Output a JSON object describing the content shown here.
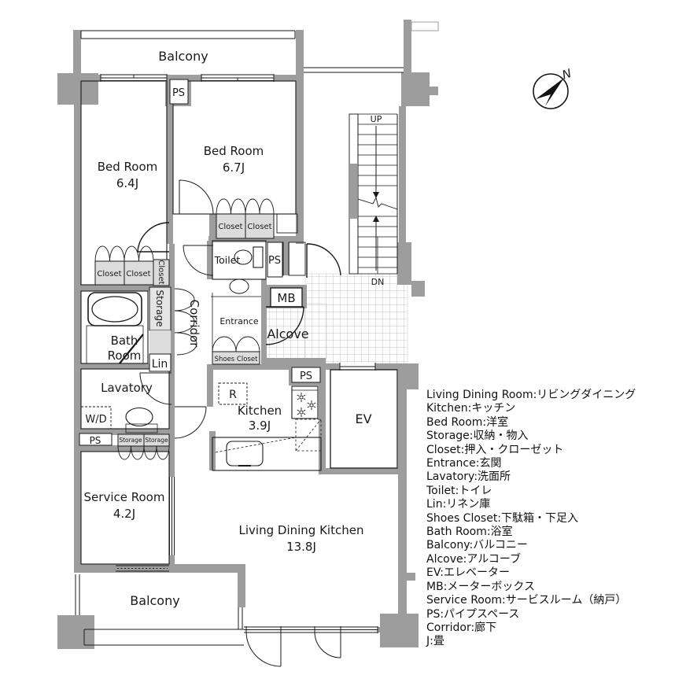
{
  "plan": {
    "compass_label": "N",
    "stairs": {
      "up": "UP",
      "dn": "DN"
    },
    "colors": {
      "wall": "#9d9d9d",
      "closet_fill": "#dcdcdc",
      "line": "#1a1a1a",
      "tile_line": "#c6c6c6"
    },
    "rooms": {
      "balcony_top": "Balcony",
      "balcony_bottom": "Balcony",
      "bedroom_64": {
        "name": "Bed Room",
        "size": "6.4J"
      },
      "bedroom_67": {
        "name": "Bed Room",
        "size": "6.7J"
      },
      "kitchen": {
        "name": "Kitchen",
        "size": "3.9J"
      },
      "ldk": {
        "name": "Living Dining Kitchen",
        "size": "13.8J"
      },
      "service_room": {
        "name": "Service Room",
        "size": "4.2J"
      },
      "bath_room_line1": "Bath",
      "bath_room_line2": "Room",
      "lavatory": "Lavatory",
      "toilet": "Toilet",
      "entrance": "Entrance",
      "alcove": "Alcove",
      "corridor": "Corridor",
      "ev": "EV"
    },
    "fixtures": {
      "ps": "PS",
      "mb": "MB",
      "lin": "Lin",
      "wd": "W/D",
      "r": "R",
      "closet": "Closet",
      "storage": "Storage",
      "shoes_closet": "Shoes Closet"
    }
  },
  "legend": {
    "items": [
      "Living Dining Room:リビングダイニング",
      "Kitchen:キッチン",
      "Bed Room:洋室",
      "Storage:収納・物入",
      "Closet:押入・クローゼット",
      "Entrance:玄関",
      "Lavatory:洗面所",
      "Toilet:トイレ",
      "Lin:リネン庫",
      "Shoes Closet:下駄箱・下足入",
      "Bath Room:浴室",
      "Balcony:バルコニー",
      "Alcove:アルコーブ",
      "EV:エレベーター",
      "MB:メーターボックス",
      "Service Room:サービスルーム（納戸）",
      "PS:パイプスペース",
      "Corridor:廊下",
      "J:畳"
    ]
  }
}
